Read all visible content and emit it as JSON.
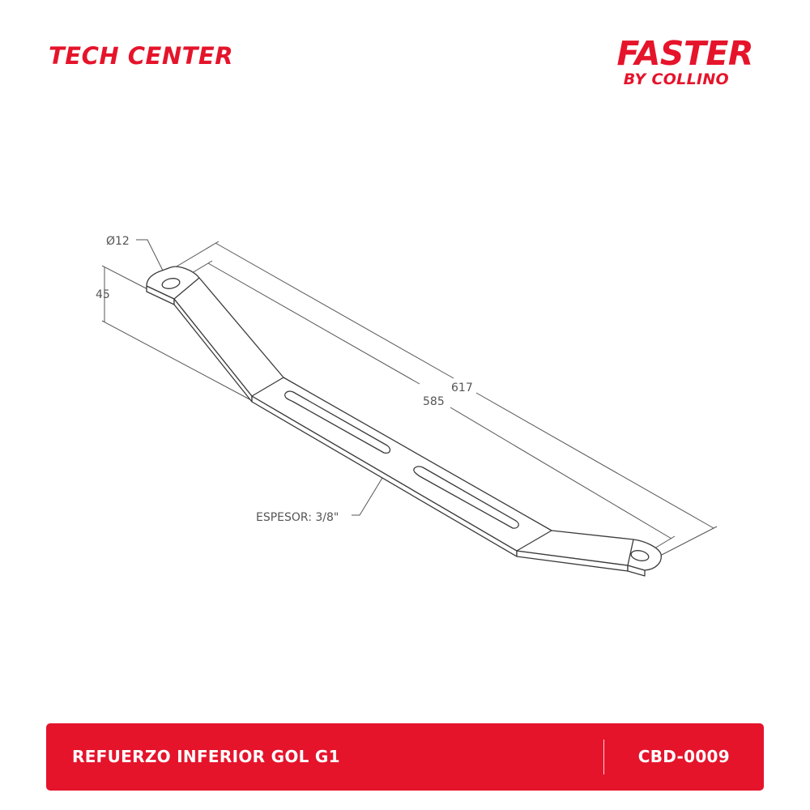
{
  "header": {
    "left_brand": "TECH CENTER",
    "right_brand": {
      "name": "FASTER",
      "tagline": "BY COLLINO"
    }
  },
  "drawing": {
    "dimensions": {
      "hole_diameter": "Ø12",
      "height": "45",
      "overall_length": "617",
      "hole_spacing": "585",
      "thickness": "ESPESOR: 3/8\""
    }
  },
  "footer": {
    "part_name": "REFUERZO INFERIOR GOL G1",
    "part_code": "CBD-0009"
  },
  "colors": {
    "accent": "#e5142b",
    "line": "#3a3a3a",
    "dimension_line": "#555555",
    "background": "#ffffff"
  }
}
